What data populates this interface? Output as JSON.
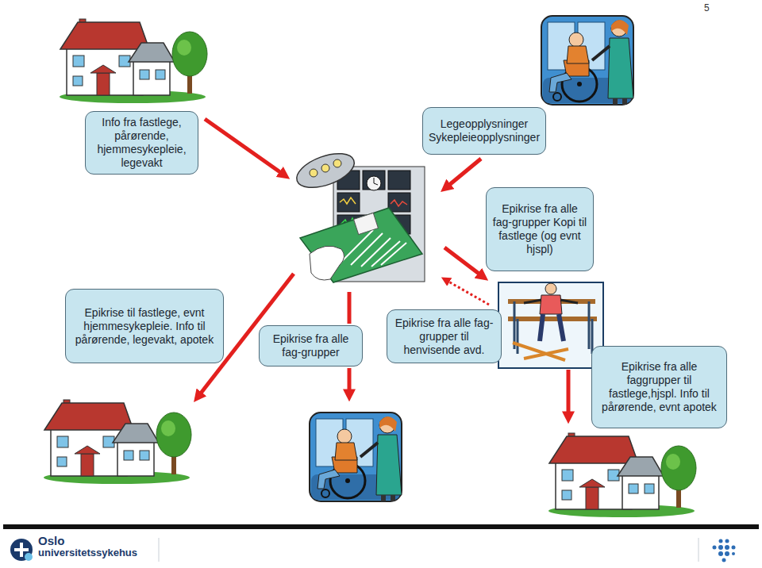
{
  "diagram": {
    "nodes": [
      {
        "text": [
          "Info fra fastlege, pårørende, hjemmesykepleie, legevakt"
        ]
      },
      {
        "text": [
          "Legeopplysninger Sykepleieopplysninger"
        ]
      },
      {
        "text": [
          "Epikrise fra alle fag-grupper Kopi til fastlege (og evnt hjspl)"
        ]
      },
      {
        "text": [
          "Epikrise til fastlege, evnt hjemmesykepleie. Info til pårørende, legevakt, apotek"
        ]
      },
      {
        "text": [
          "Epikrise fra alle fag-grupper"
        ]
      },
      {
        "text": [
          "Epikrise fra alle fag-grupper til henvisende avd."
        ]
      },
      {
        "text": [
          "Epikrise fra alle faggrupper til fastlege,hjspl. Info til pårørende, evnt apotek"
        ]
      }
    ],
    "labels": [
      "5",
      "Oslo",
      "universitetssykehus"
    ]
  }
}
